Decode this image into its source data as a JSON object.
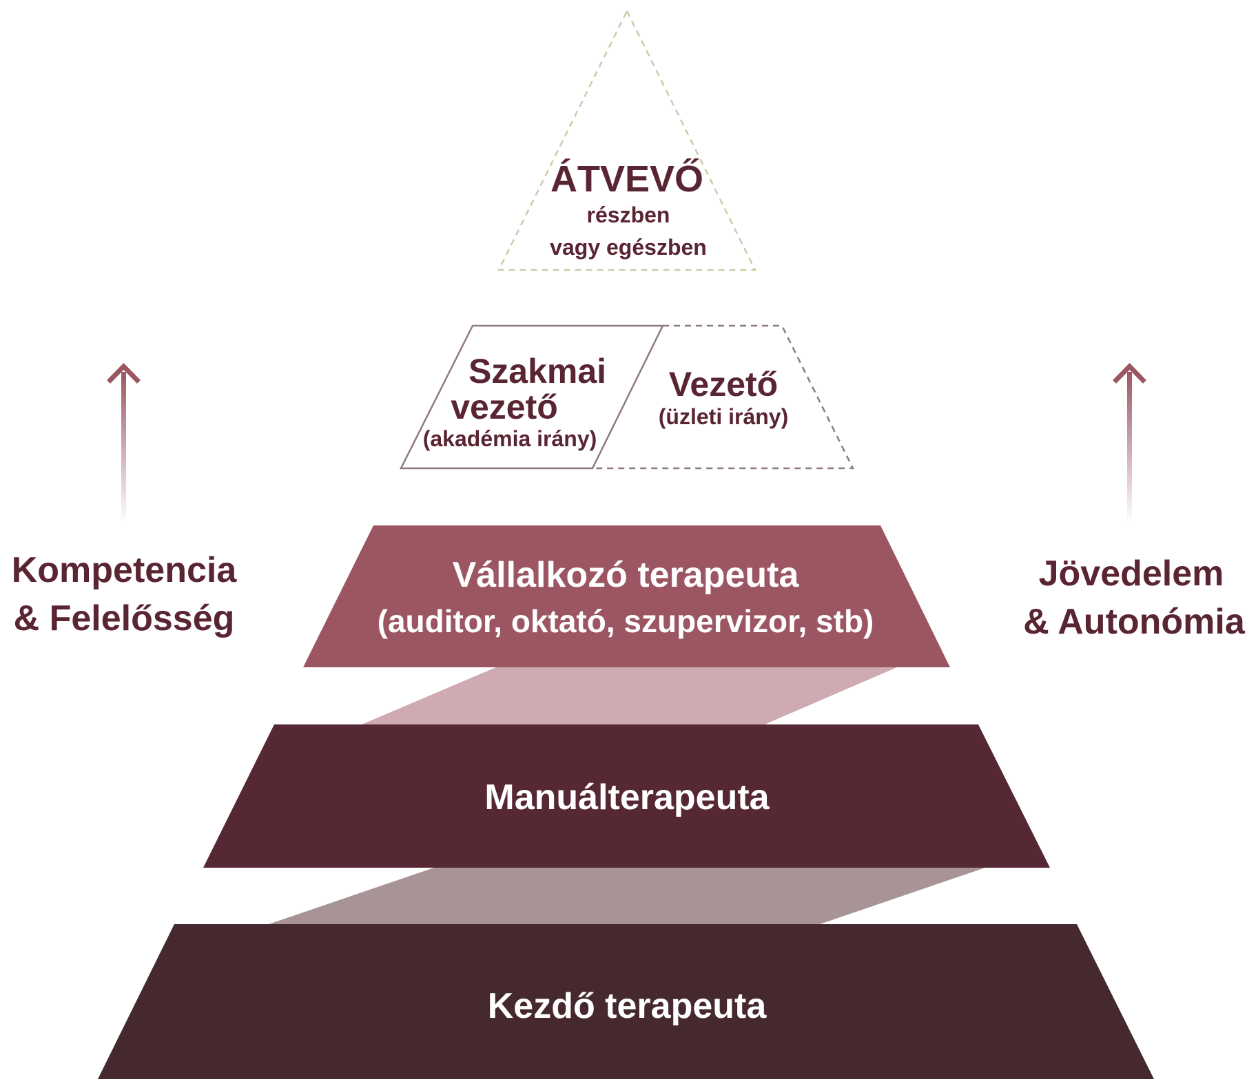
{
  "colors": {
    "dark_text": "#5a2532",
    "accent": "#9b5662",
    "tier_top": "#9b5662",
    "tier_mid": "#552833",
    "tier_bottom": "#46292e",
    "connector_top": "#cfaab2",
    "connector_bottom": "#a89396",
    "apex_dash": "#cfc9a8",
    "box_line": "#8d7a80",
    "white_text": "#ffffff"
  },
  "apex": {
    "title": "ÁTVEVŐ",
    "line1": "részben",
    "line2": "vagy egészben"
  },
  "mid_left": {
    "title1": "Szakmai",
    "title2": "vezető",
    "sub": "(akadémia irány)"
  },
  "mid_right": {
    "title": "Vezető",
    "sub": "(üzleti irány)"
  },
  "tier1": {
    "title": "Vállalkozó terapeuta",
    "sub": "(auditor, oktató, szupervizor, stb)"
  },
  "tier2": {
    "title": "Manuálterapeuta"
  },
  "tier3": {
    "title": "Kezdő terapeuta"
  },
  "left_axis": {
    "line1": "Kompetencia",
    "line2": "& Felelősség",
    "icon": "arrow-up-icon"
  },
  "right_axis": {
    "line1": "Jövedelem",
    "line2": "& Autonómia",
    "icon": "arrow-up-icon"
  }
}
